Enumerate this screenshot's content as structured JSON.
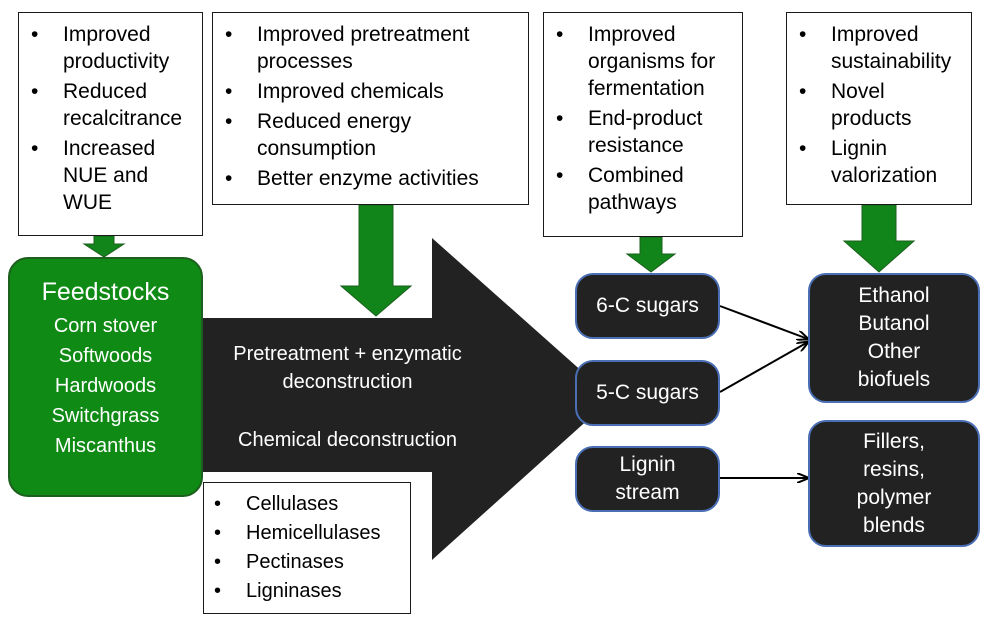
{
  "improvement_boxes": {
    "feedstock": [
      "Improved productivity",
      "Reduced recalcitrance",
      "Increased NUE and WUE"
    ],
    "deconstruction": [
      "Improved pretreatment processes",
      "Improved chemicals",
      "Reduced energy consumption",
      "Better enzyme activities"
    ],
    "fermentation": [
      "Improved organisms for fermentation",
      "End-product resistance",
      "Combined pathways"
    ],
    "products": [
      "Improved sustainability",
      "Novel products",
      "Lignin valorization"
    ]
  },
  "bullet_symbol": "•",
  "feedstocks": {
    "title": "Feedstocks",
    "items": [
      "Corn stover",
      "Softwoods",
      "Hardwoods",
      "Switchgrass",
      "Miscanthus"
    ]
  },
  "process_arrow": {
    "line1": "Pretreatment + enzymatic",
    "line2": "deconstruction",
    "line3": "Chemical deconstruction"
  },
  "enzymes": [
    "Cellulases",
    "Hemicellulases",
    "Pectinases",
    "Ligninases"
  ],
  "streams": {
    "six_c": "6-C sugars",
    "five_c": "5-C sugars",
    "lignin_line1": "Lignin",
    "lignin_line2": "stream"
  },
  "outputs": {
    "biofuels": [
      "Ethanol",
      "Butanol",
      "Other",
      "biofuels"
    ],
    "materials": [
      "Fillers,",
      "resins,",
      "polymer",
      "blends"
    ]
  },
  "colors": {
    "green": "#0f8a14",
    "dark": "#222222",
    "box_border": "#4a6fb5"
  }
}
